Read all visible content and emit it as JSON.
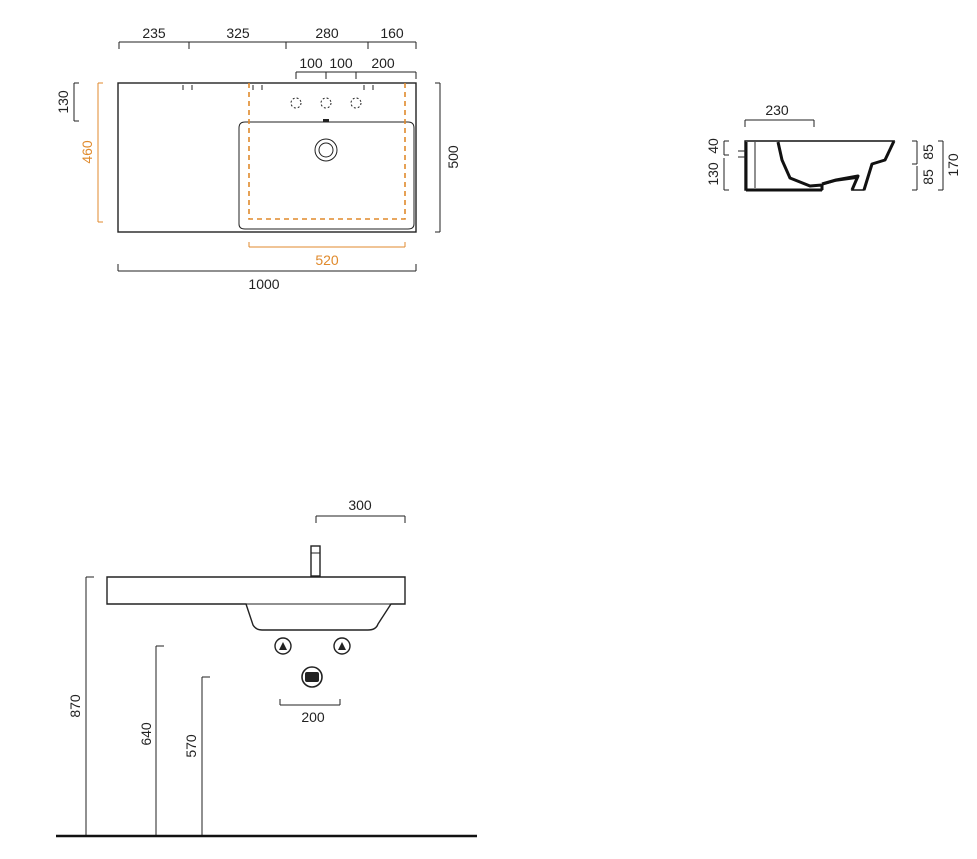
{
  "colors": {
    "line": "#222222",
    "accent": "#e08a2c",
    "background": "#ffffff"
  },
  "top_view": {
    "top_dims": [
      "235",
      "325",
      "280",
      "160"
    ],
    "tap_dims": [
      "100",
      "100",
      "200"
    ],
    "left_dim": "130",
    "bowl_depth": "460",
    "right_dim": "500",
    "bowl_width": "520",
    "overall_width": "1000"
  },
  "side_view": {
    "top_dim": "230",
    "left_dims": [
      "40",
      "130"
    ],
    "right_dims": [
      "85",
      "85",
      "170"
    ]
  },
  "front_view": {
    "tap_offset": "300",
    "heights": [
      "870",
      "640",
      "570"
    ],
    "pipe_spacing": "200"
  }
}
